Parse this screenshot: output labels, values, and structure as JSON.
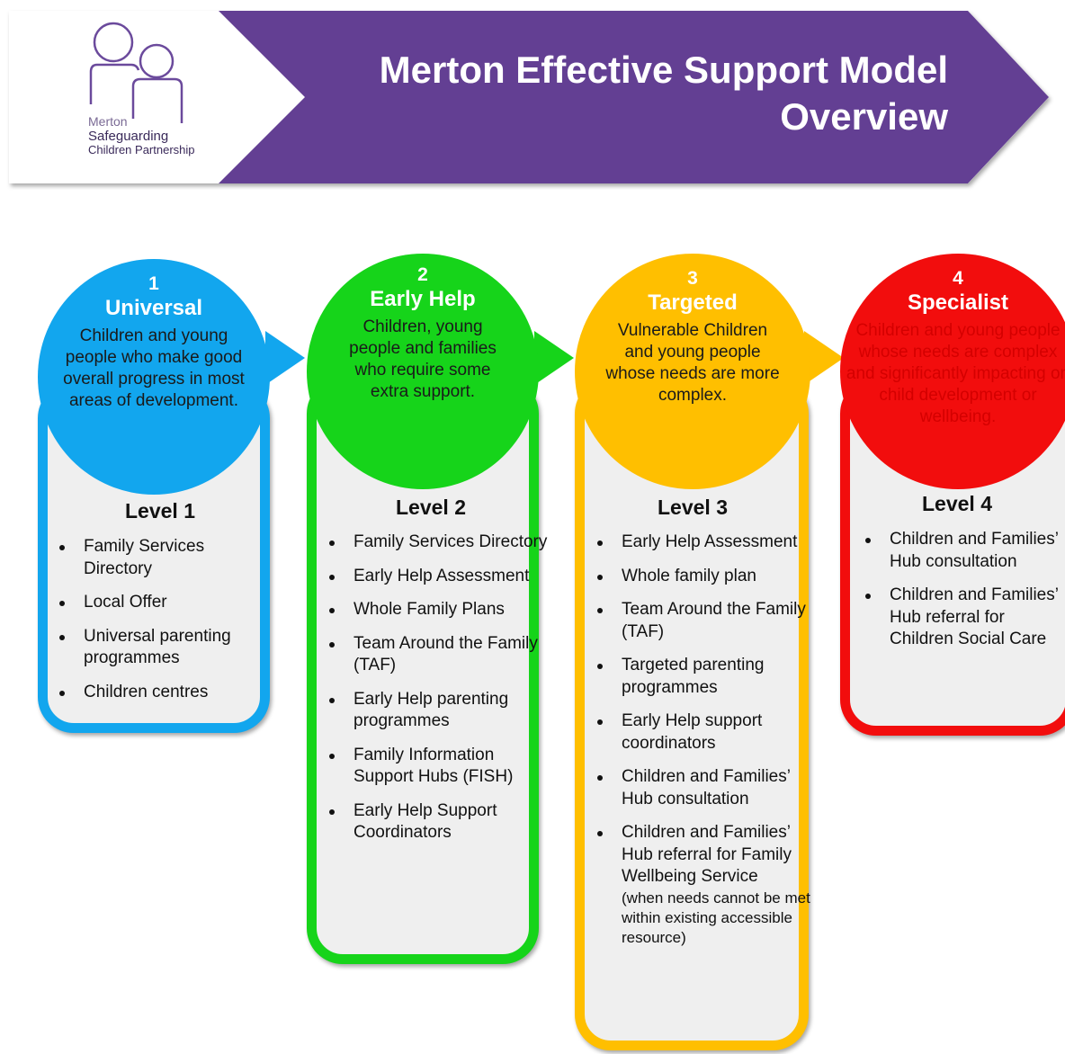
{
  "header": {
    "title_line1": "Merton Effective Support Model",
    "title_line2": "Overview",
    "banner_color": "#633f93",
    "logo": {
      "line1": "Merton",
      "line2": "Safeguarding",
      "line3": "Children Partnership"
    }
  },
  "levels": [
    {
      "number": "1",
      "name": "Universal",
      "description": "Children and young people who make good overall progress in most areas of development.",
      "level_label": "Level 1",
      "color": "#12a6ee",
      "items": [
        "Family Services Directory",
        "Local Offer",
        "Universal parenting programmes",
        "Children centres"
      ]
    },
    {
      "number": "2",
      "name": "Early Help",
      "description": "Children, young people and families who require some extra support.",
      "level_label": "Level 2",
      "color": "#16d41a",
      "items": [
        "Family Services Directory",
        "Early Help Assessment",
        "Whole Family Plans",
        "Team Around the Family (TAF)",
        "Early Help parenting programmes",
        "Family Information Support Hubs (FISH)",
        "Early Help Support Coordinators"
      ]
    },
    {
      "number": "3",
      "name": "Targeted",
      "description": "Vulnerable Children and young people whose needs are more complex.",
      "level_label": "Level 3",
      "color": "#ffbf00",
      "items": [
        "Early Help Assessment",
        "Whole family plan",
        "Team Around the Family (TAF)",
        "Targeted parenting programmes",
        "Early Help support coordinators",
        "Children and Families’ Hub consultation",
        "Children and Families’ Hub referral for Family Wellbeing Service"
      ],
      "item_note": "(when needs cannot be met within existing accessible resource)"
    },
    {
      "number": "4",
      "name": "Specialist",
      "description": "Children and young people whose needs are complex and significantly impacting on child development or wellbeing.",
      "level_label": "Level 4",
      "color": "#f20d0d",
      "items": [
        "Children and Families’ Hub consultation",
        "Children and Families’ Hub referral for Children Social Care"
      ]
    }
  ]
}
